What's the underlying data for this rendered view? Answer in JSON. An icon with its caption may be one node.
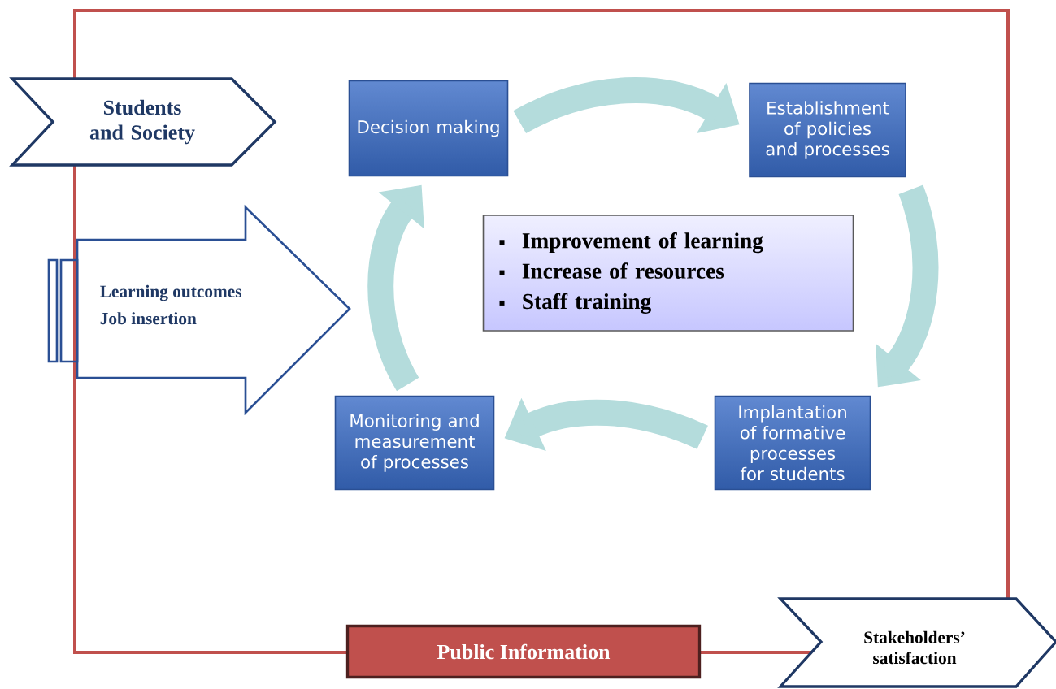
{
  "diagram": {
    "nodes": [
      {
        "text": [
          "Students and Society"
        ]
      },
      {
        "text": [
          "Learning outcomes",
          "Job insertion"
        ]
      },
      {
        "text": [
          "Decision making"
        ]
      },
      {
        "text": [
          "Establishment of policies and processes"
        ]
      },
      {
        "text": [
          "Improvement of learning",
          "Increase of resources",
          "Staff training"
        ]
      },
      {
        "text": [
          "Implantation of formative processes for students"
        ]
      },
      {
        "text": [
          "Monitoring and measurement of processes"
        ]
      },
      {
        "text": [
          "Public Information"
        ]
      },
      {
        "text": [
          "Stakeholders’ satisfaction"
        ]
      }
    ],
    "edges": [
      {
        "from": 2,
        "to": 3,
        "arrow": "to"
      },
      {
        "from": 3,
        "to": 5,
        "arrow": "to"
      },
      {
        "from": 5,
        "to": 6,
        "arrow": "to"
      },
      {
        "from": 6,
        "to": 2,
        "arrow": "to"
      }
    ]
  }
}
